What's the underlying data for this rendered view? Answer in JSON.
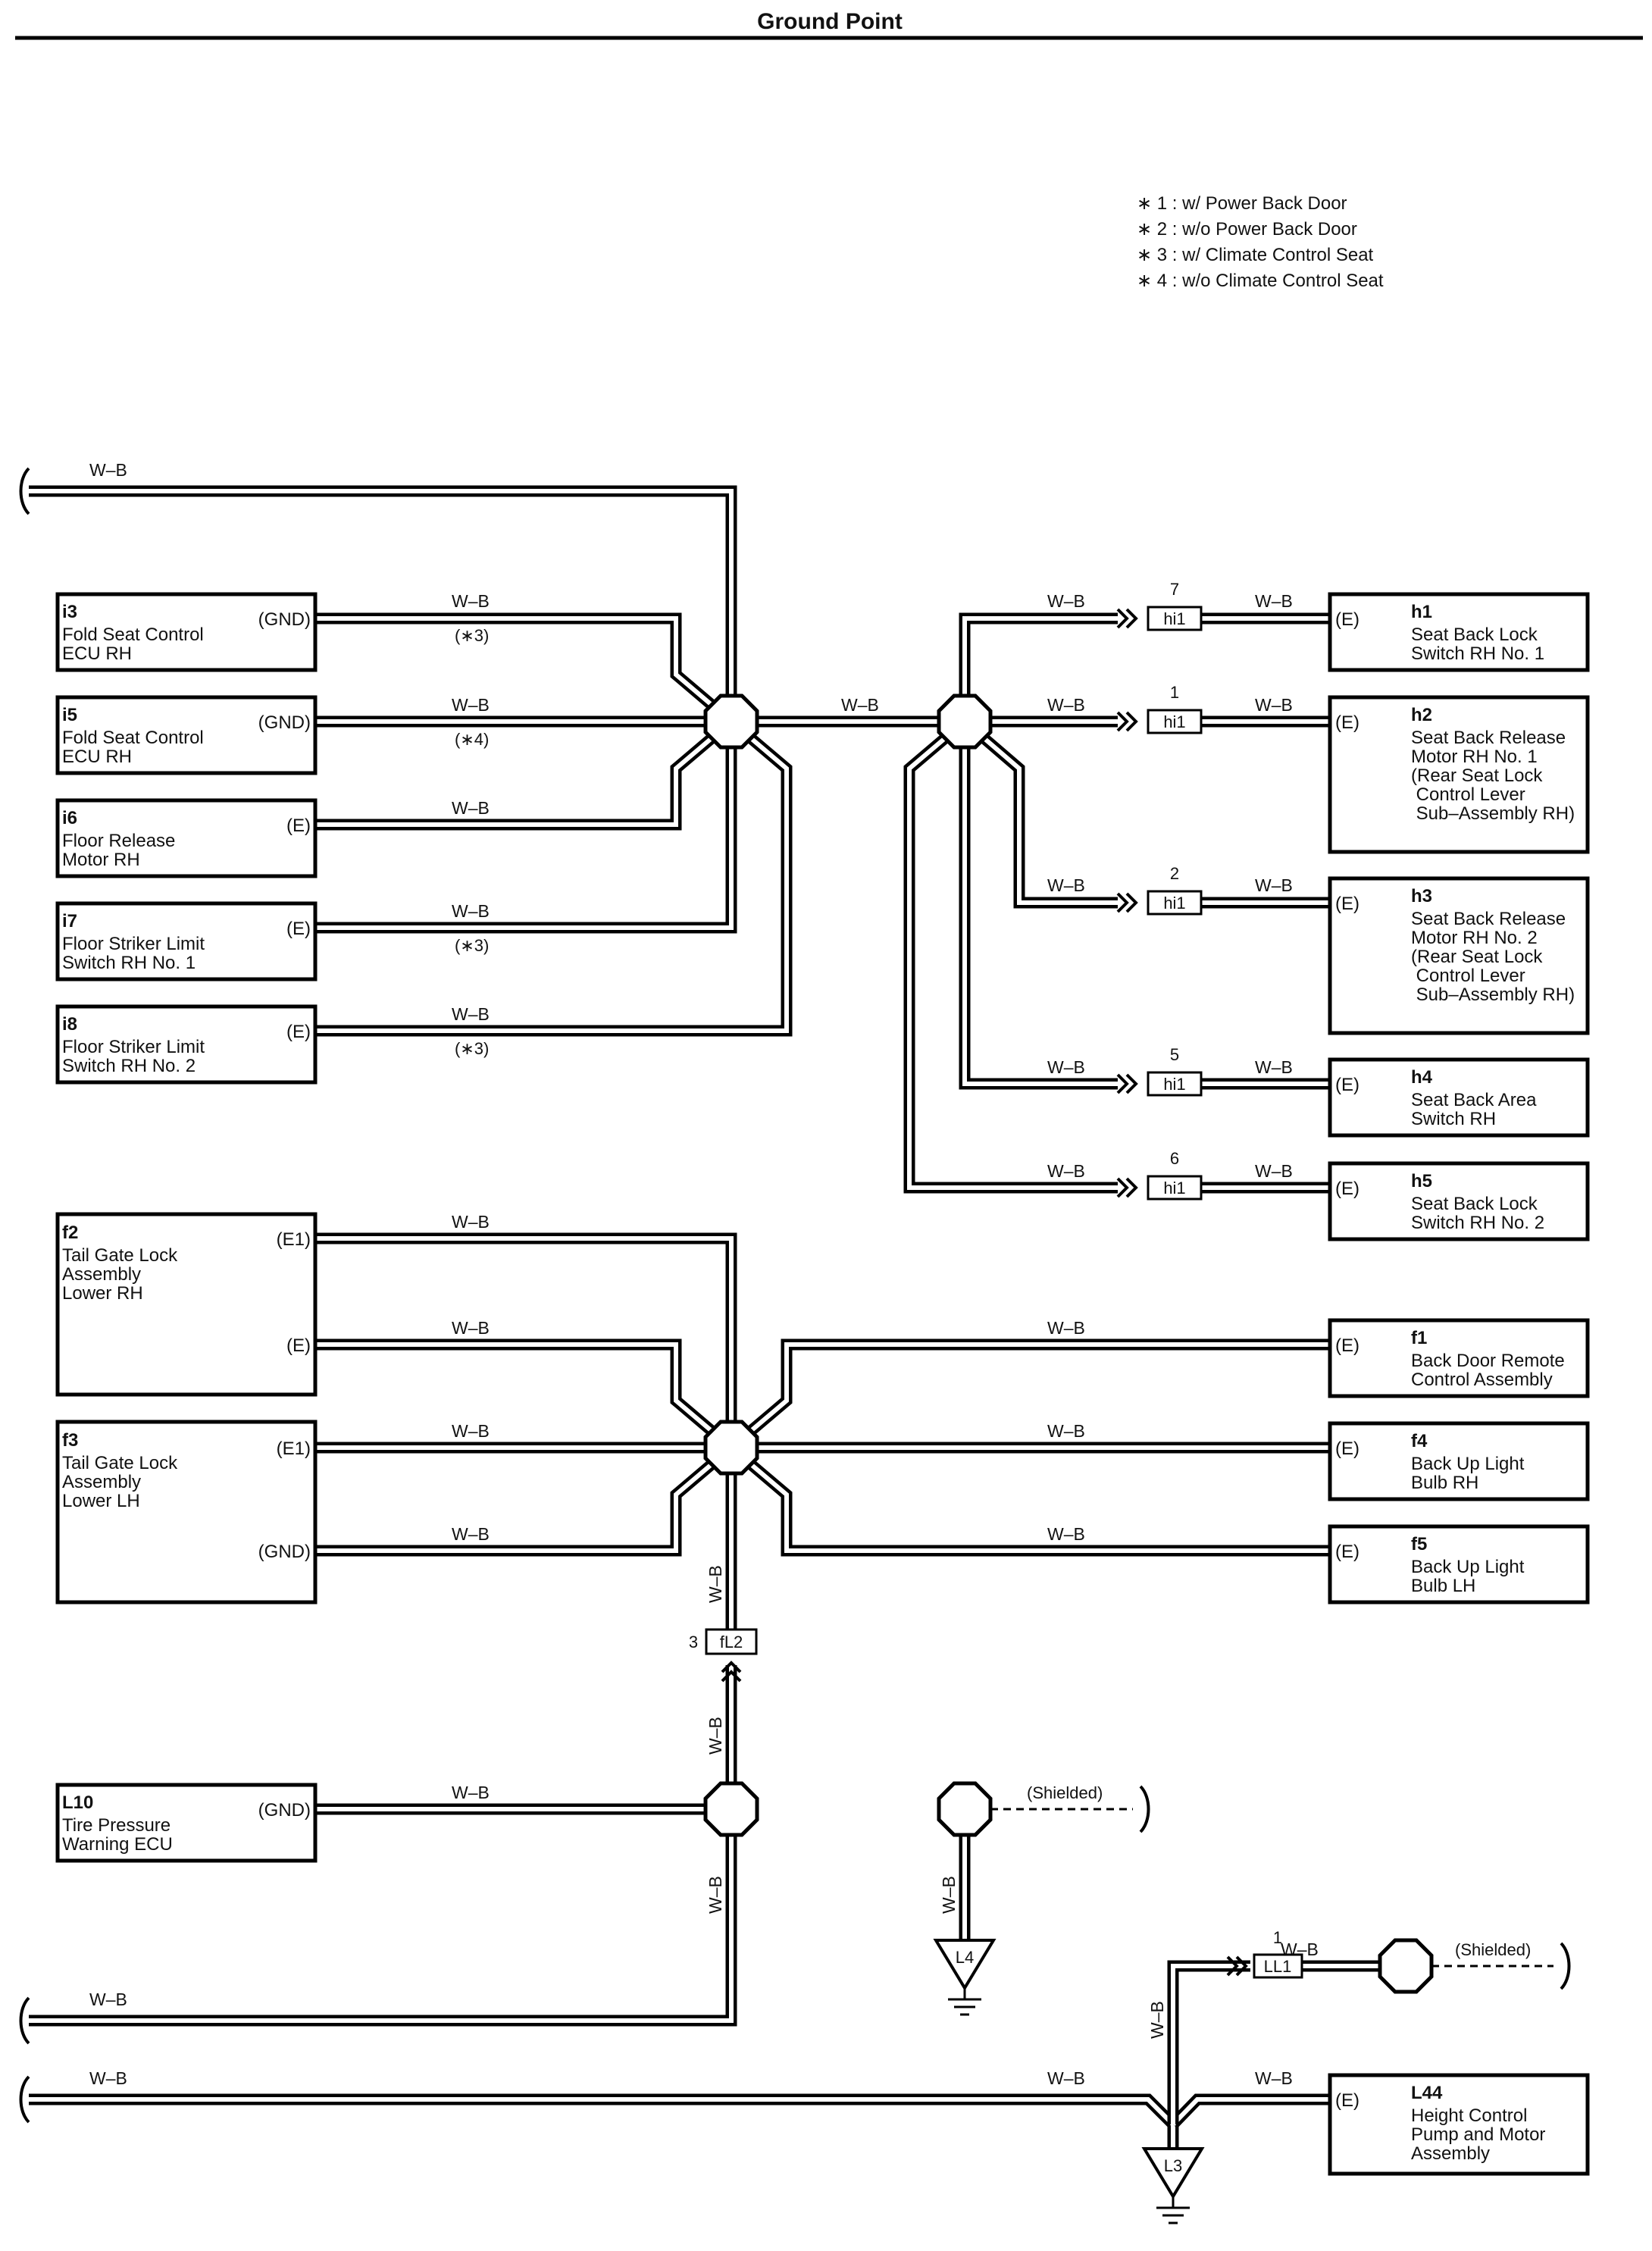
{
  "title": "Ground Point",
  "notes": [
    "∗ 1 : w/ Power Back Door",
    "∗ 2 : w/o Power Back Door",
    "∗ 3 : w/ Climate Control Seat",
    "∗ 4 : w/o Climate Control Seat"
  ],
  "wire_color": "W–B",
  "shielded": "(Shielded)",
  "left_components": [
    {
      "code": "i3",
      "name": [
        "Fold Seat Control",
        "ECU RH"
      ],
      "pins": [
        "(GND)"
      ],
      "notes": [
        "(∗3)"
      ]
    },
    {
      "code": "i5",
      "name": [
        "Fold Seat Control",
        "ECU RH"
      ],
      "pins": [
        "(GND)"
      ],
      "notes": [
        "(∗4)"
      ]
    },
    {
      "code": "i6",
      "name": [
        "Floor Release",
        "Motor RH"
      ],
      "pins": [
        "(E)"
      ],
      "notes": [
        ""
      ]
    },
    {
      "code": "i7",
      "name": [
        "Floor Striker Limit",
        "Switch RH No. 1"
      ],
      "pins": [
        "(E)"
      ],
      "notes": [
        "(∗3)"
      ]
    },
    {
      "code": "i8",
      "name": [
        "Floor Striker Limit",
        "Switch RH No. 2"
      ],
      "pins": [
        "(E)"
      ],
      "notes": [
        "(∗3)"
      ]
    },
    {
      "code": "f2",
      "name": [
        "Tail Gate Lock",
        "Assembly",
        "Lower RH"
      ],
      "pins": [
        "(E1)",
        "(E)"
      ]
    },
    {
      "code": "f3",
      "name": [
        "Tail Gate Lock",
        "Assembly",
        "Lower LH"
      ],
      "pins": [
        "(E1)",
        "(GND)"
      ]
    },
    {
      "code": "L10",
      "name": [
        "Tire Pressure",
        "Warning ECU"
      ],
      "pins": [
        "(GND)"
      ]
    }
  ],
  "right_components": [
    {
      "code": "h1",
      "name": [
        "Seat Back Lock",
        "Switch RH No. 1"
      ],
      "pin": "(E)",
      "connector": "hi1",
      "conn_pin": "7"
    },
    {
      "code": "h2",
      "name": [
        "Seat Back Release",
        "Motor RH No. 1",
        "(Rear Seat Lock",
        " Control Lever",
        " Sub–Assembly RH)"
      ],
      "pin": "(E)",
      "connector": "hi1",
      "conn_pin": "1"
    },
    {
      "code": "h3",
      "name": [
        "Seat Back Release",
        "Motor RH No. 2",
        "(Rear Seat Lock",
        " Control Lever",
        " Sub–Assembly RH)"
      ],
      "pin": "(E)",
      "connector": "hi1",
      "conn_pin": "2"
    },
    {
      "code": "h4",
      "name": [
        "Seat Back Area",
        "Switch RH"
      ],
      "pin": "(E)",
      "connector": "hi1",
      "conn_pin": "5"
    },
    {
      "code": "h5",
      "name": [
        "Seat Back Lock",
        "Switch RH No. 2"
      ],
      "pin": "(E)",
      "connector": "hi1",
      "conn_pin": "6"
    },
    {
      "code": "f1",
      "name": [
        "Back Door Remote",
        "Control Assembly"
      ],
      "pin": "(E)"
    },
    {
      "code": "f4",
      "name": [
        "Back Up Light",
        "Bulb RH"
      ],
      "pin": "(E)"
    },
    {
      "code": "f5",
      "name": [
        "Back Up Light",
        "Bulb LH"
      ],
      "pin": "(E)"
    },
    {
      "code": "L44",
      "name": [
        "Height Control",
        "Pump and Motor",
        "Assembly"
      ],
      "pin": "(E)"
    }
  ],
  "connectors": {
    "fL2": {
      "label": "fL2",
      "pin": "3"
    },
    "LL1": {
      "label": "LL1",
      "pin": "1"
    }
  },
  "grounds": {
    "L4": "L4",
    "L3": "L3"
  }
}
